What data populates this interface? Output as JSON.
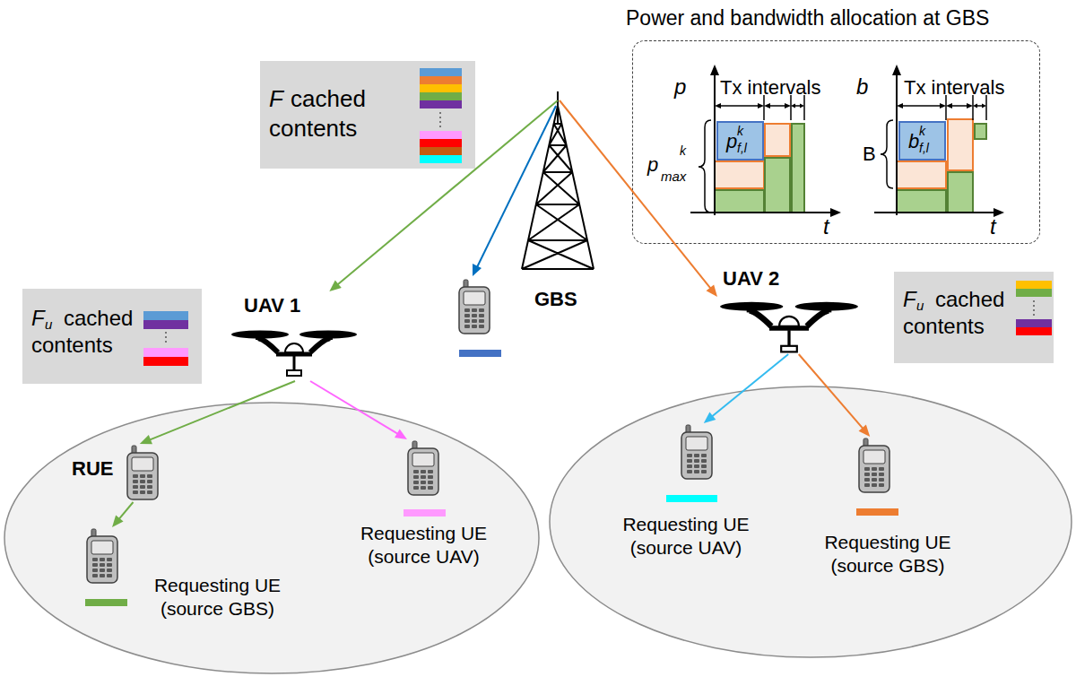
{
  "diagram": {
    "nodes": [
      {
        "text": [
          "Power and bandwidth allocation at GBS"
        ]
      },
      {
        "text": [
          "p",
          "k",
          "f,l"
        ],
        "in": 0
      },
      {
        "text": [
          "b",
          "k",
          "f,l"
        ],
        "in": 0
      },
      {
        "text": [
          "F",
          "cached contents"
        ]
      },
      {
        "text": [
          "GBS"
        ]
      },
      {
        "text": [
          "UAV 1"
        ]
      },
      {
        "text": [
          "F",
          "u",
          "cached contents"
        ]
      },
      {
        "text": [
          "UAV 2"
        ]
      },
      {
        "text": [
          "F",
          "u",
          "cached contents"
        ]
      },
      {
        "text": [
          "RUE"
        ]
      },
      {
        "text": [
          "Requesting UE (source GBS)"
        ]
      },
      {
        "text": [
          "Requesting UE (source UAV)"
        ]
      },
      {
        "text": [
          "Requesting UE (source UAV)"
        ]
      },
      {
        "text": [
          "Requesting UE (source GBS)"
        ]
      }
    ],
    "edges": [
      {
        "from": 4,
        "to": 5,
        "arrow": "to"
      },
      {
        "from": 4,
        "to": 7,
        "arrow": "to"
      },
      {
        "from": 5,
        "to": 9,
        "arrow": "to"
      },
      {
        "from": 9,
        "to": 10,
        "arrow": "to"
      },
      {
        "from": 5,
        "to": 11,
        "arrow": "to"
      },
      {
        "from": 7,
        "to": 12,
        "arrow": "to"
      },
      {
        "from": 7,
        "to": 13,
        "arrow": "to"
      }
    ],
    "labels": [
      "p",
      "Tx intervals",
      "p",
      "k",
      "max",
      "t",
      "b",
      "Tx intervals",
      "B",
      "t"
    ]
  }
}
